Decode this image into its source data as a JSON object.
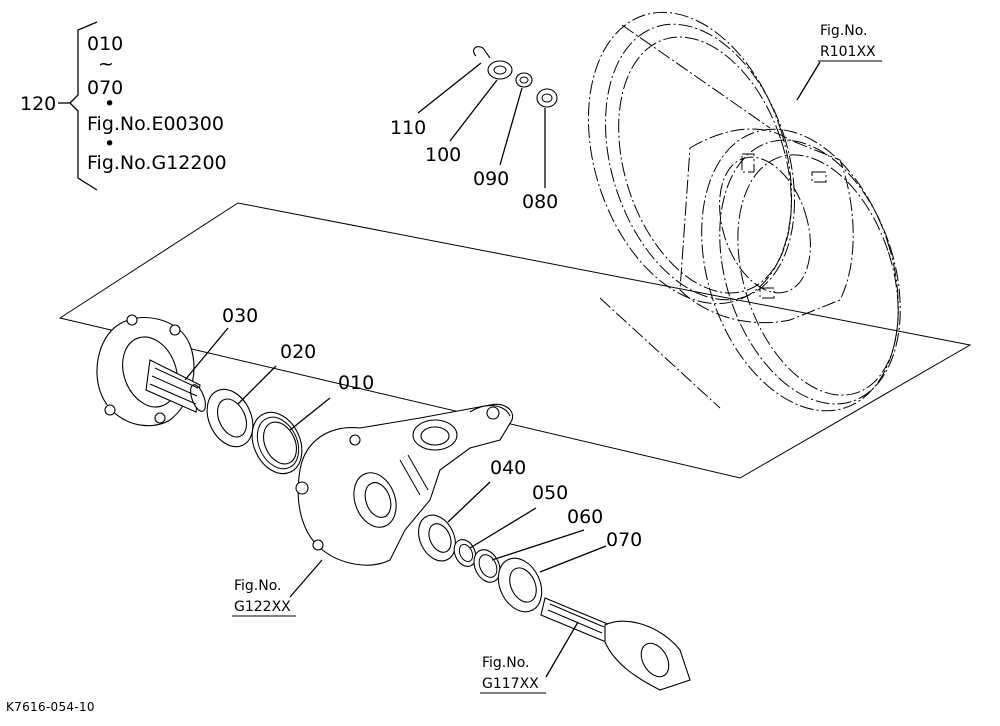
{
  "assembly": {
    "label": "120",
    "items": [
      "010",
      "~",
      "070",
      "•",
      "Fig.No.E00300",
      "•",
      "Fig.No.G12200"
    ]
  },
  "parts": {
    "p010": "010",
    "p020": "020",
    "p030": "030",
    "p040": "040",
    "p050": "050",
    "p060": "060",
    "p070": "070",
    "p080": "080",
    "p090": "090",
    "p100": "100",
    "p110": "110"
  },
  "refs": {
    "wheel": {
      "line1": "Fig.No.",
      "line2": "R101XX"
    },
    "housing": {
      "line1": "Fig.No.",
      "line2": "G122XX"
    },
    "shaft": {
      "line1": "Fig.No.",
      "line2": "G117XX"
    }
  },
  "drawing_code": "K7616-054-10"
}
